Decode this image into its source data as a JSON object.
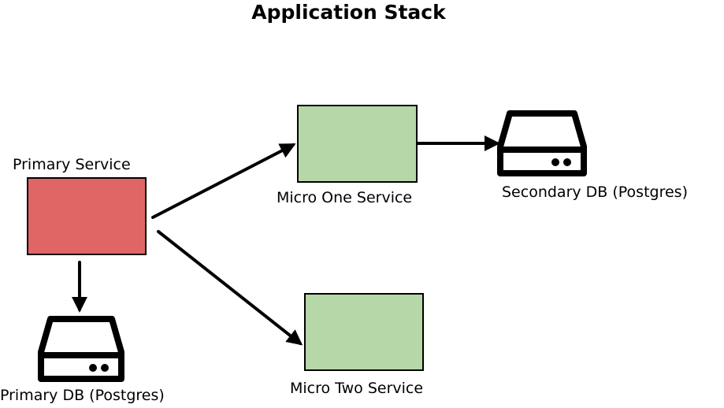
{
  "title": "Application Stack",
  "nodes": {
    "primary_service": {
      "label": "Primary Service",
      "color": "#e06666"
    },
    "micro_one": {
      "label": "Micro One Service",
      "color": "#b6d7a8"
    },
    "micro_two": {
      "label": "Micro Two Service",
      "color": "#b6d7a8"
    },
    "primary_db": {
      "label": "Primary DB (Postgres)",
      "icon": "database-drive-icon"
    },
    "secondary_db": {
      "label": "Secondary DB (Postgres)",
      "icon": "database-drive-icon"
    }
  }
}
